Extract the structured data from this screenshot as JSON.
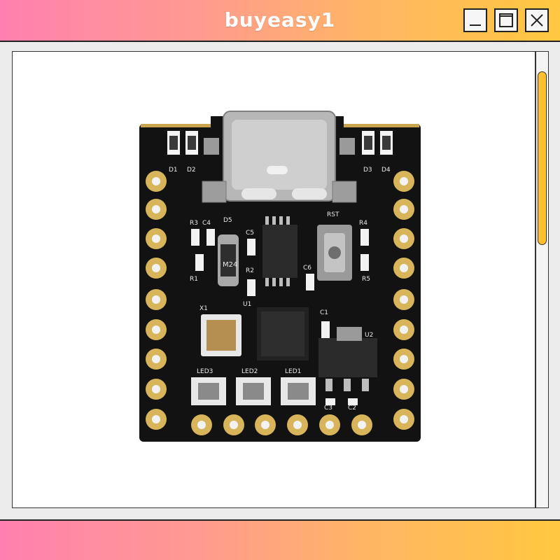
{
  "window": {
    "title": "buyeasy1"
  },
  "controls": {
    "minimize_icon": "minimize-icon",
    "maximize_icon": "maximize-icon",
    "close_icon": "close-icon"
  },
  "board_labels": {
    "d1": "D1",
    "d2": "D2",
    "d3": "D3",
    "d4": "D4",
    "r3": "R3",
    "c4": "C4",
    "d5": "D5",
    "c5": "C5",
    "rst": "RST",
    "r4": "R4",
    "r1": "R1",
    "r2": "R2",
    "c6": "C6",
    "r5": "R5",
    "u1": "U1",
    "c1": "C1",
    "x1": "X1",
    "u2": "U2",
    "led3": "LED3",
    "led2": "LED2",
    "led1": "LED1",
    "c3": "C3",
    "c2": "C2",
    "diode_mark": "M24"
  },
  "colors": {
    "title_gradient_start": "#ff80b0",
    "title_gradient_end": "#ffc840",
    "scroll_thumb": "#ffbf2e",
    "pcb": "#121212",
    "pad_gold": "#d8b55a"
  }
}
